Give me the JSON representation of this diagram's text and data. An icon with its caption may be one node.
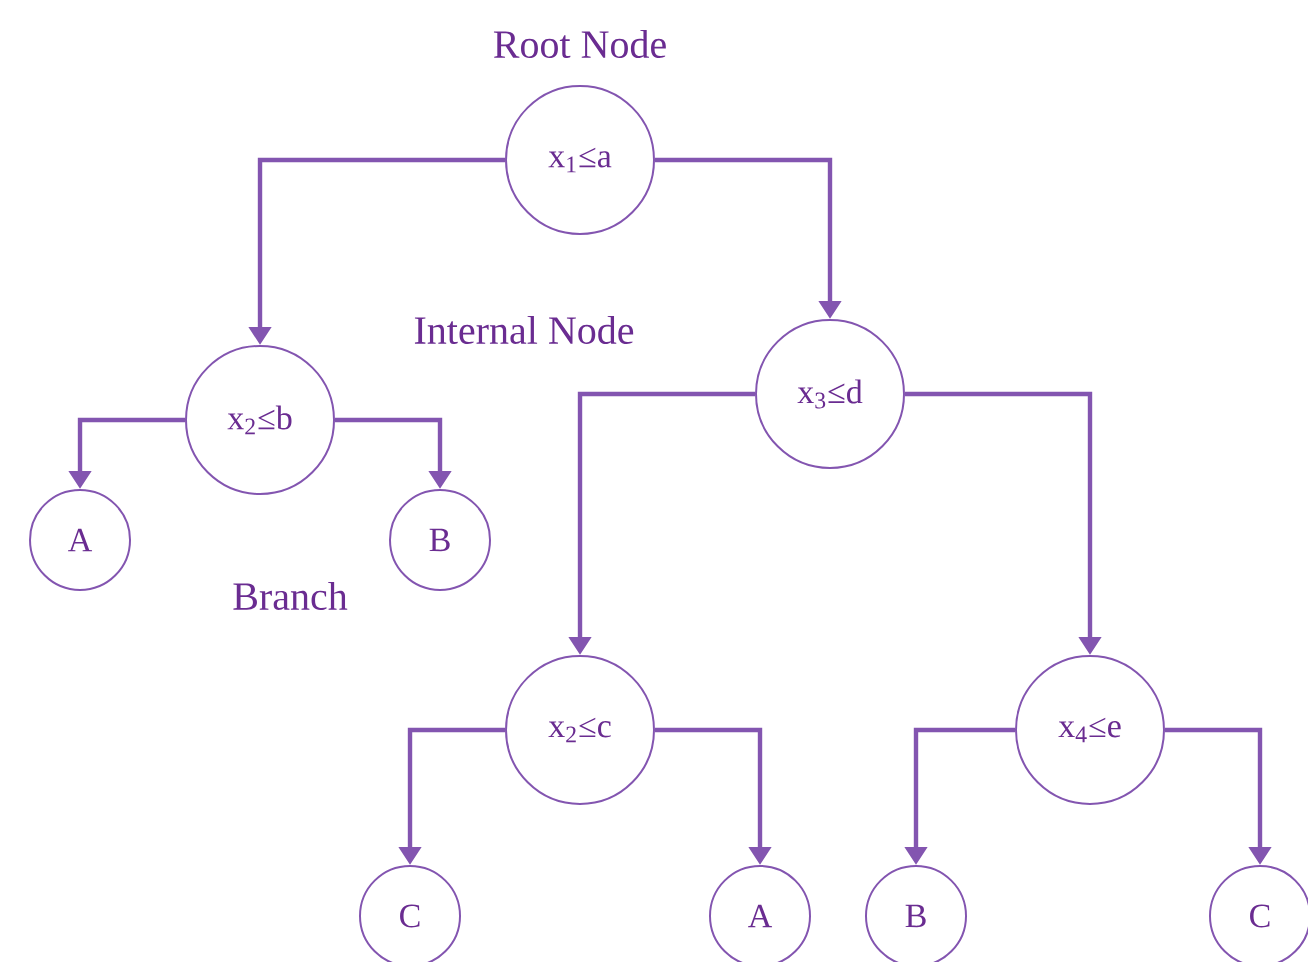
{
  "diagram": {
    "nodes": [
      {
        "text": [
          "x$_{1}$≤a"
        ]
      },
      {
        "text": [
          "x$_{2}$≤b"
        ]
      },
      {
        "text": [
          "x$_{3}$≤d"
        ]
      },
      {
        "text": [
          "A"
        ]
      },
      {
        "text": [
          "B"
        ]
      },
      {
        "text": [
          "x$_{2}$≤c"
        ]
      },
      {
        "text": [
          "x$_{4}$≤e"
        ]
      },
      {
        "text": [
          "C"
        ]
      },
      {
        "text": [
          "A"
        ]
      },
      {
        "text": [
          "B"
        ]
      },
      {
        "text": [
          "C"
        ]
      }
    ],
    "edges": [
      {
        "from": 0,
        "to": 1,
        "arrow": "to"
      },
      {
        "from": 0,
        "to": 2,
        "arrow": "to"
      },
      {
        "from": 1,
        "to": 3,
        "arrow": "to"
      },
      {
        "from": 1,
        "to": 4,
        "arrow": "to"
      },
      {
        "from": 2,
        "to": 5,
        "arrow": "to"
      },
      {
        "from": 2,
        "to": 6,
        "arrow": "to"
      },
      {
        "from": 5,
        "to": 7,
        "arrow": "to"
      },
      {
        "from": 5,
        "to": 8,
        "arrow": "to"
      },
      {
        "from": 6,
        "to": 9,
        "arrow": "to"
      },
      {
        "from": 6,
        "to": 10,
        "arrow": "to"
      }
    ],
    "labels": [
      "Root Node",
      "Internal Node",
      "Branch"
    ]
  }
}
